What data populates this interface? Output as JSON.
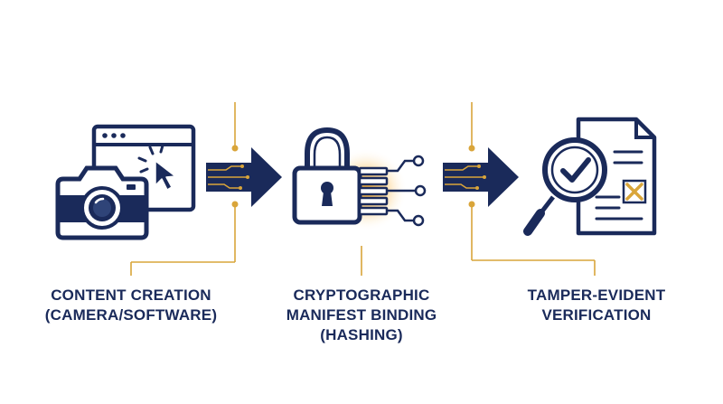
{
  "steps": [
    {
      "id": "content-creation",
      "lines": [
        "CONTENT CREATION",
        "(CAMERA/SOFTWARE)"
      ],
      "icon": "camera-browser-cursor-icon"
    },
    {
      "id": "manifest-binding",
      "lines": [
        "CRYPTOGRAPHIC",
        "MANIFEST BINDING",
        "(HASHING)"
      ],
      "icon": "padlock-circuit-icon"
    },
    {
      "id": "verification",
      "lines": [
        "TAMPER-EVIDENT",
        "VERIFICATION"
      ],
      "icon": "magnifier-document-check-icon"
    }
  ],
  "colors": {
    "navy": "#1a2a5a",
    "gold": "#d9a53a",
    "glow": "#f7a51c",
    "background": "#ffffff"
  }
}
